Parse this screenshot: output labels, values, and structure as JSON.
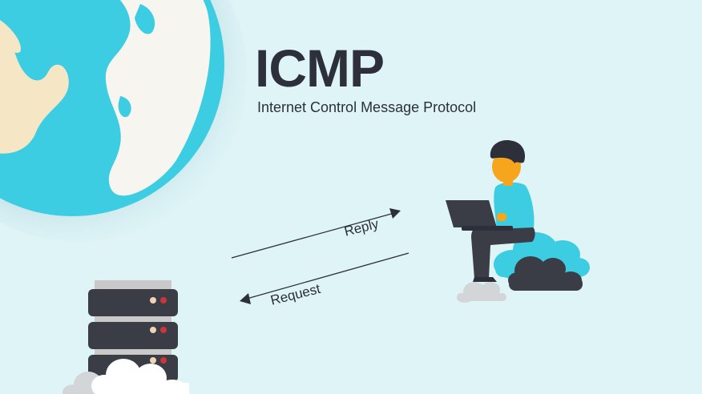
{
  "header": {
    "title": "ICMP",
    "subtitle": "Internet Control Message Protocol"
  },
  "arrows": {
    "reply_label": "Reply",
    "request_label": "Request"
  },
  "colors": {
    "background": "#def4f7",
    "globe_ocean": "#3ccde3",
    "globe_land": "#f7f5ef",
    "text": "#2d2f3a",
    "server": "#3a3c46",
    "server_light": "#f2d3b4",
    "server_red": "#c8363b",
    "person_skin": "#f7a51d",
    "person_shirt": "#3ccde3",
    "cloud_dark": "#3a3c46",
    "cloud_blue": "#3ccde3"
  },
  "icons": [
    "globe-icon",
    "server-icon",
    "person-laptop-icon",
    "cloud-icon"
  ]
}
